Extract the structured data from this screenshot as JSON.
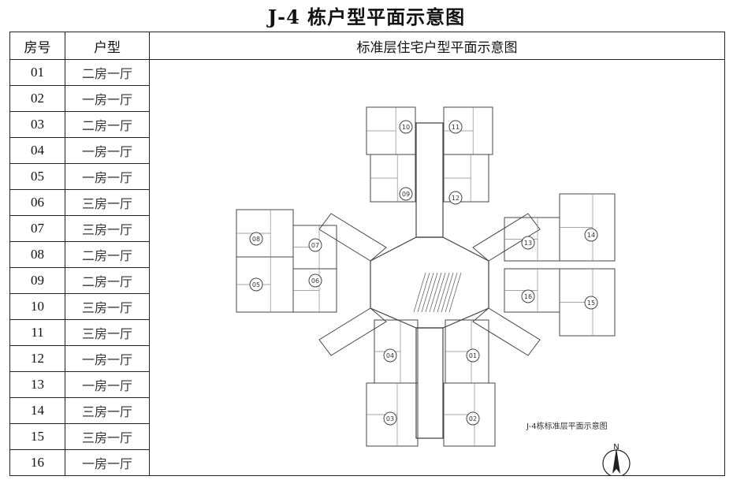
{
  "title": "J-4 栋户型平面示意图",
  "table": {
    "headers": {
      "room": "房号",
      "type": "户型",
      "plan": "标准层住宅户型平面示意图"
    },
    "rows": [
      {
        "room": "01",
        "type": "二房一厅"
      },
      {
        "room": "02",
        "type": "一房一厅"
      },
      {
        "room": "03",
        "type": "二房一厅"
      },
      {
        "room": "04",
        "type": "一房一厅"
      },
      {
        "room": "05",
        "type": "一房一厅"
      },
      {
        "room": "06",
        "type": "三房一厅"
      },
      {
        "room": "07",
        "type": "三房一厅"
      },
      {
        "room": "08",
        "type": "二房一厅"
      },
      {
        "room": "09",
        "type": "二房一厅"
      },
      {
        "room": "10",
        "type": "三房一厅"
      },
      {
        "room": "11",
        "type": "三房一厅"
      },
      {
        "room": "12",
        "type": "一房一厅"
      },
      {
        "room": "13",
        "type": "一房一厅"
      },
      {
        "room": "14",
        "type": "三房一厅"
      },
      {
        "room": "15",
        "type": "三房一厅"
      },
      {
        "room": "16",
        "type": "一房一厅"
      }
    ]
  },
  "plan": {
    "caption": "J-4栋标准层平面示意图",
    "north_label": "N",
    "unit_labels": [
      "10",
      "11",
      "09",
      "12",
      "13",
      "14",
      "16",
      "15",
      "08",
      "05",
      "07",
      "06",
      "04",
      "01",
      "03",
      "02"
    ]
  }
}
